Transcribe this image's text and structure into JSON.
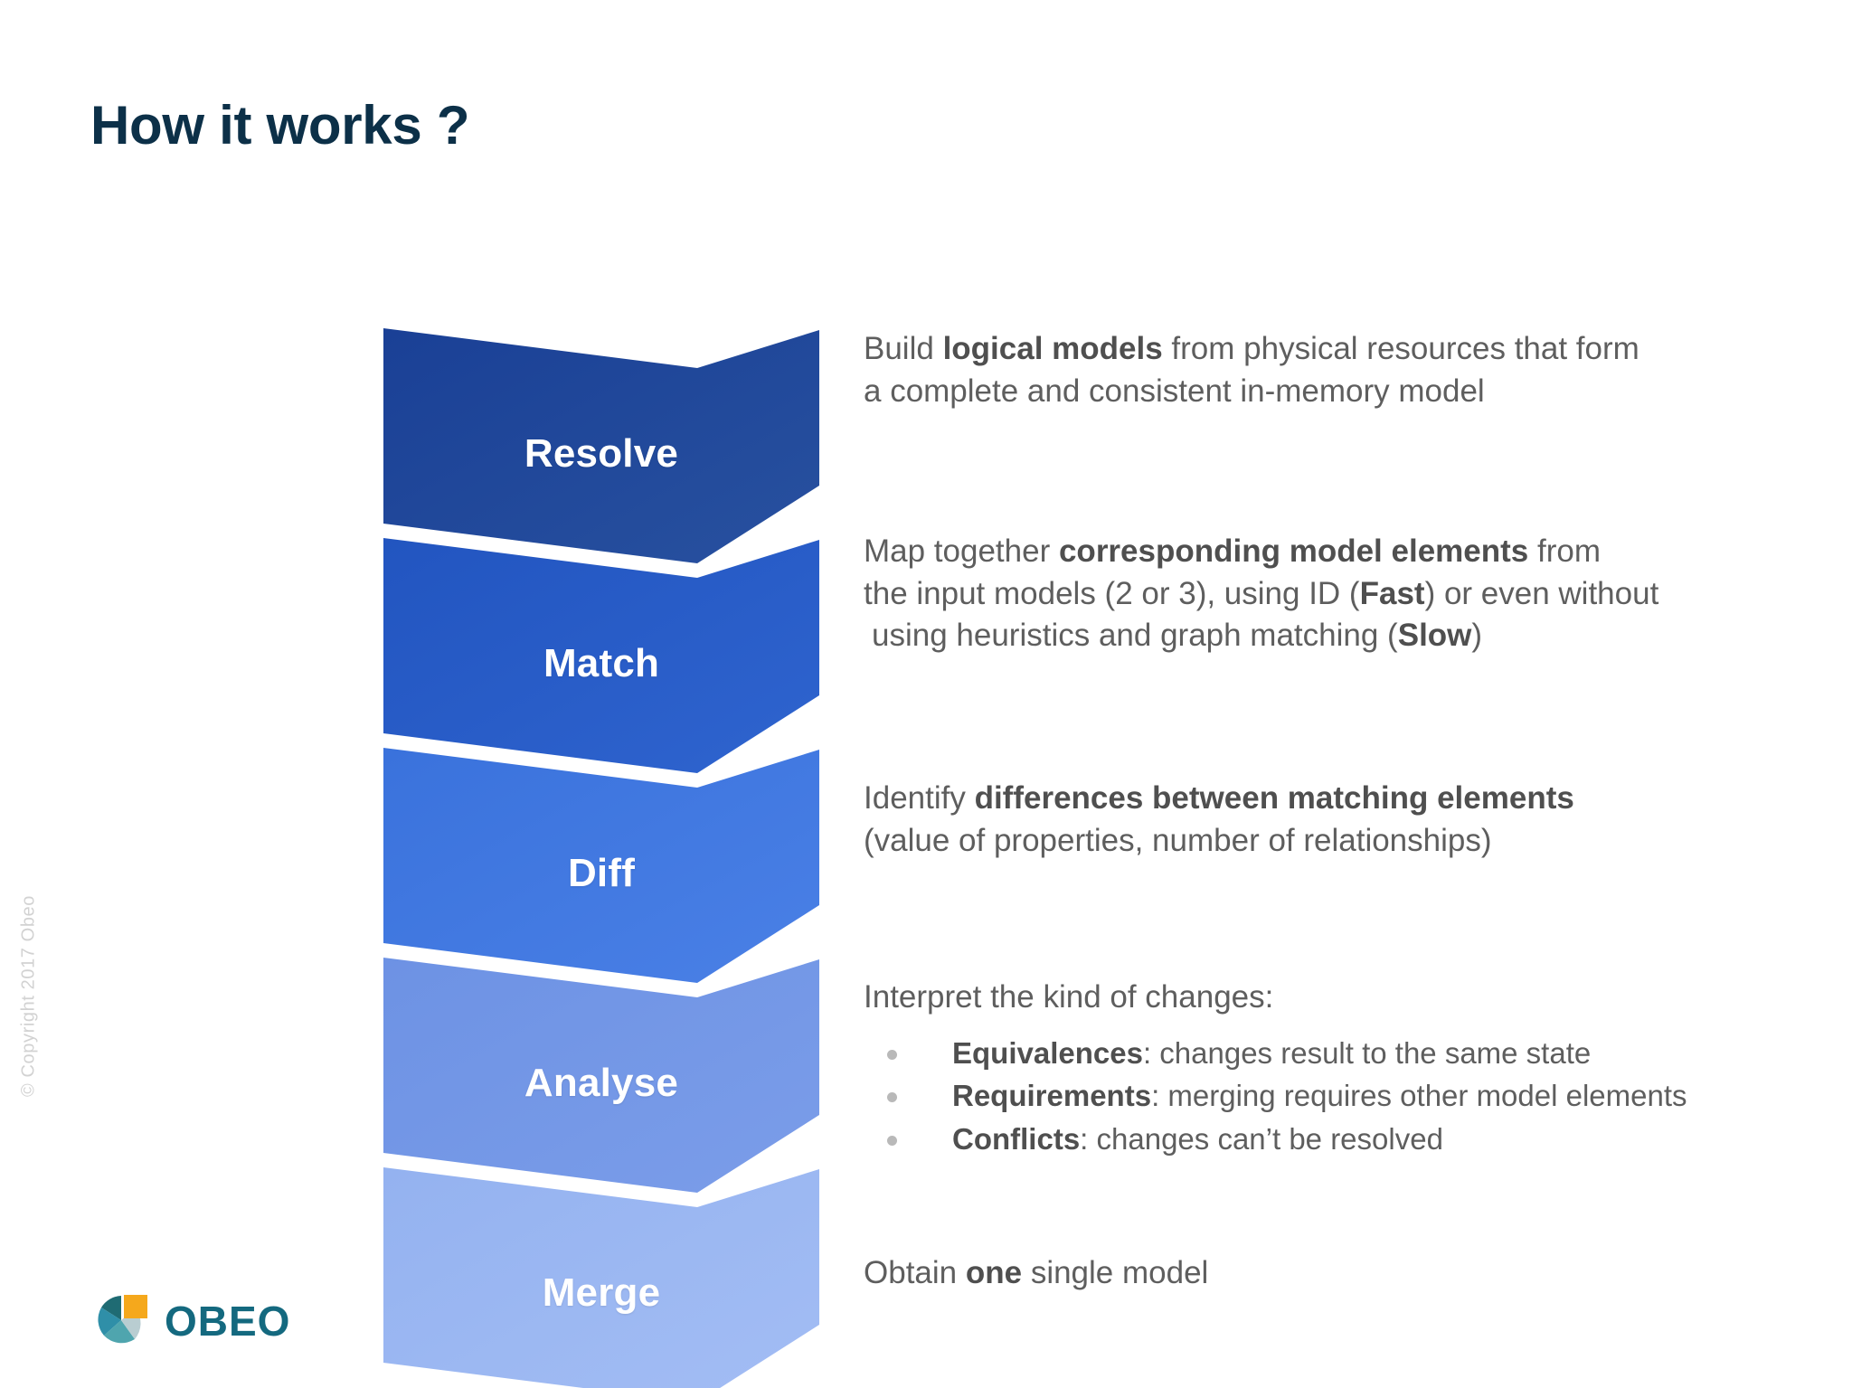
{
  "slide": {
    "title": "How it works ?",
    "copyright": "© Copyright 2017 Obeo",
    "background_color": "#ffffff",
    "title_color": "#0c3048",
    "body_text_color": "#5e5e5e"
  },
  "logo": {
    "wordmark": "OBEO",
    "wordmark_color": "#14697f",
    "mark_colors": {
      "top_left": "#1f6b73",
      "orange_square": "#f5a81c",
      "right": "#b9cdd1",
      "bottom": "#4fa5ae",
      "left": "#2f8fa8"
    }
  },
  "steps": [
    {
      "label": "Resolve",
      "color": "#1a4096",
      "color_light": "#28519f",
      "description_lines": [
        [
          {
            "t": "Build ",
            "b": false
          },
          {
            "t": "logical models",
            "b": true
          },
          {
            "t": " from physical resources that form",
            "b": false
          }
        ],
        [
          {
            "t": "a complete and consistent in-memory model",
            "b": false
          }
        ]
      ]
    },
    {
      "label": "Match",
      "color": "#2255c0",
      "color_light": "#2f64cf",
      "description_lines": [
        [
          {
            "t": "Map together ",
            "b": false
          },
          {
            "t": "corresponding model elements",
            "b": true
          },
          {
            "t": " from",
            "b": false
          }
        ],
        [
          {
            "t": "the input models (2 or 3), using ID (",
            "b": false
          },
          {
            "t": "Fast",
            "b": true
          },
          {
            "t": ") or even without",
            "b": false
          }
        ],
        [
          {
            "t": " using heuristics and graph matching (",
            "b": false
          },
          {
            "t": "Slow",
            "b": true
          },
          {
            "t": ")",
            "b": false
          }
        ]
      ]
    },
    {
      "label": "Diff",
      "color": "#3a72dc",
      "color_light": "#4a80e6",
      "description_lines": [
        [
          {
            "t": "Identify ",
            "b": false
          },
          {
            "t": "differences between matching elements",
            "b": true
          }
        ],
        [
          {
            "t": "(value of properties, number of relationships)",
            "b": false
          }
        ]
      ]
    },
    {
      "label": "Analyse",
      "color": "#6d92e4",
      "color_light": "#7b9de9",
      "description_lines": [
        [
          {
            "t": "Interpret the kind of changes:",
            "b": false
          }
        ]
      ],
      "bullets": [
        [
          {
            "t": "Equivalences",
            "b": true
          },
          {
            "t": ": changes result to the same state",
            "b": false
          }
        ],
        [
          {
            "t": "Requirements",
            "b": true
          },
          {
            "t": ": merging requires other model elements",
            "b": false
          }
        ],
        [
          {
            "t": "Conflicts",
            "b": true
          },
          {
            "t": ": changes can’t be resolved",
            "b": false
          }
        ]
      ]
    },
    {
      "label": "Merge",
      "color": "#94b2f0",
      "color_light": "#a3bdf4",
      "description_lines": [
        [
          {
            "t": "Obtain ",
            "b": false
          },
          {
            "t": "one",
            "b": true
          },
          {
            "t": " single model",
            "b": false
          }
        ]
      ]
    }
  ]
}
